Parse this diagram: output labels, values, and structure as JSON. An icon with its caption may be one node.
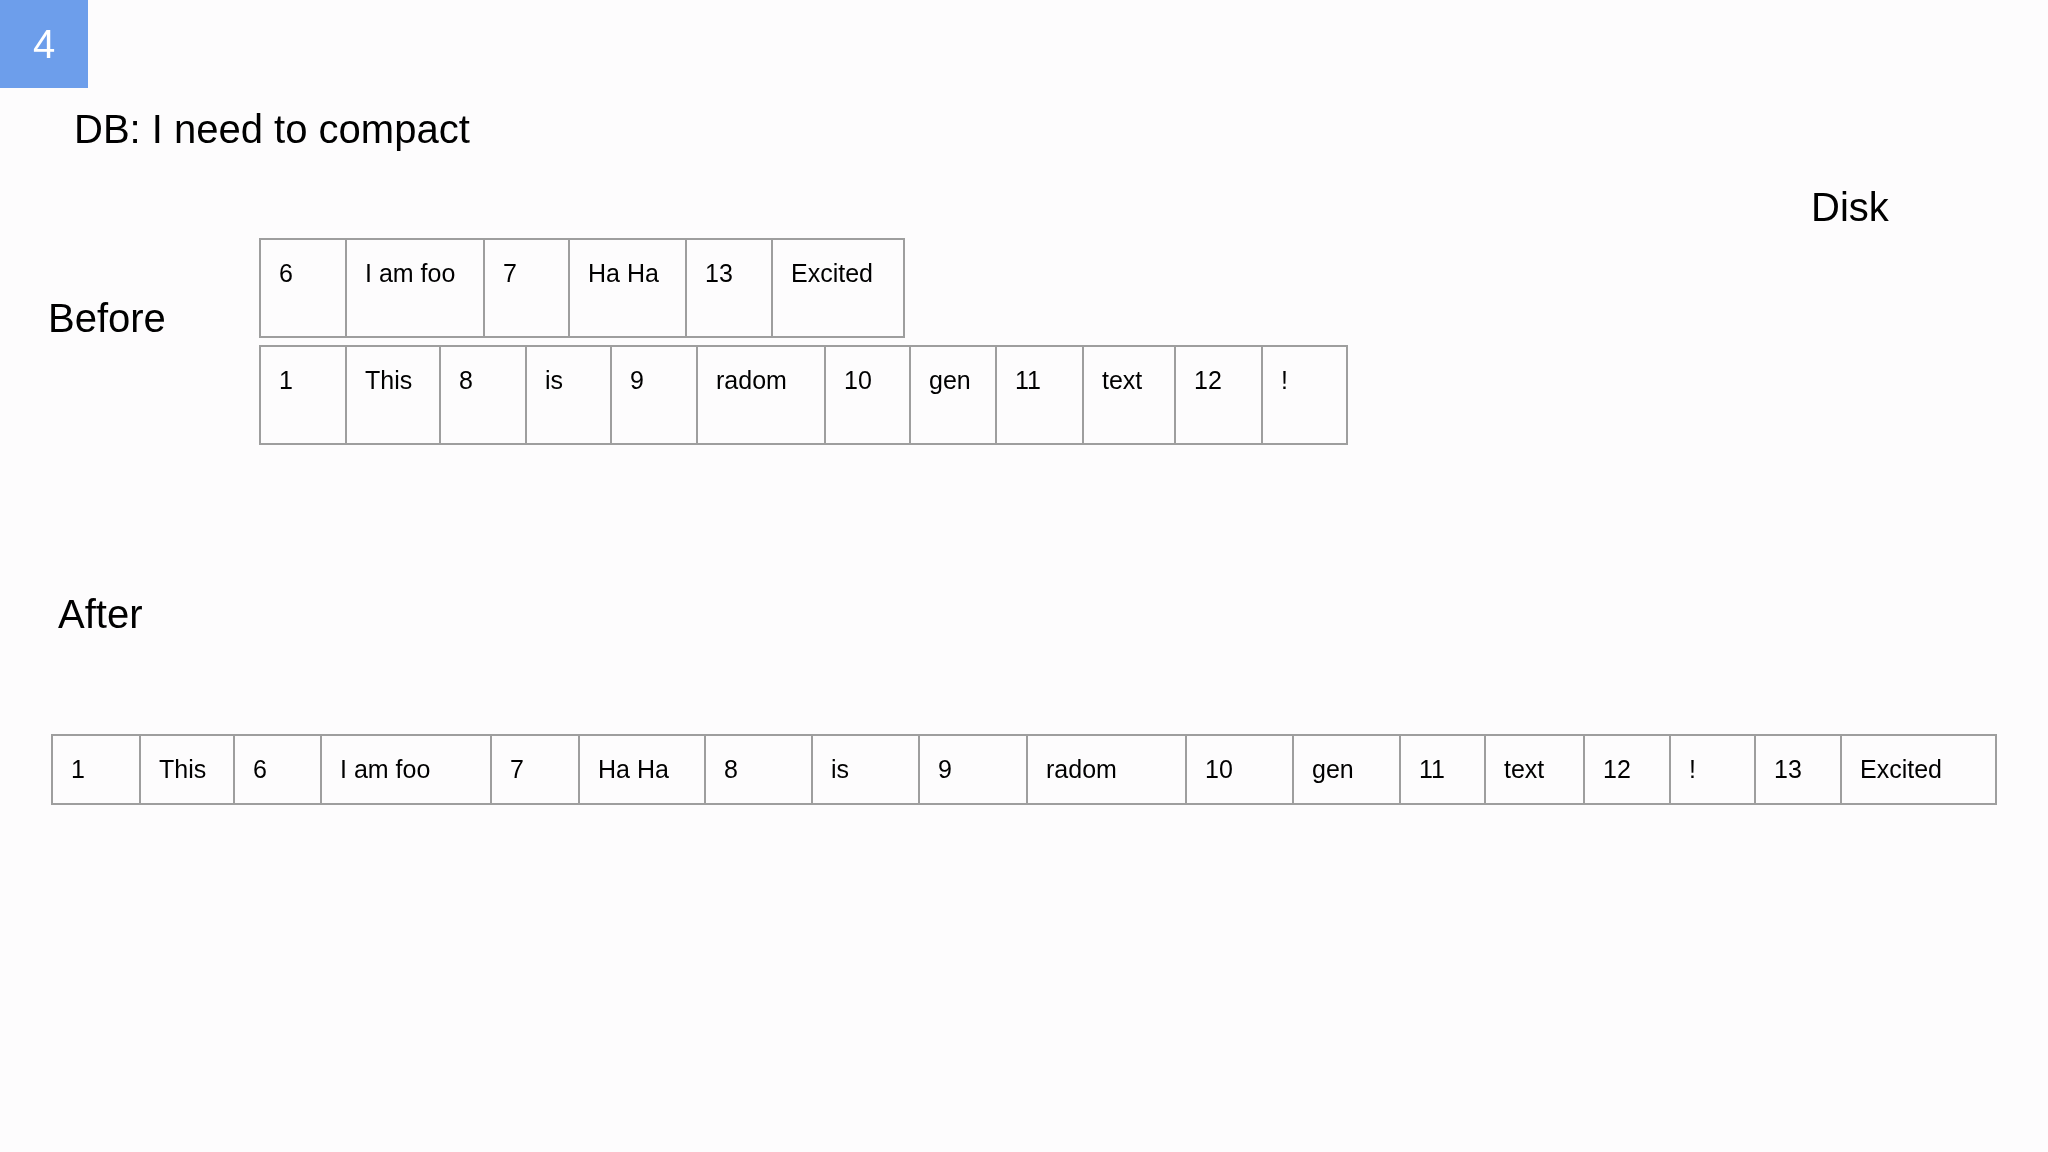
{
  "diagram": {
    "title": "DB: I need to compact",
    "nodes": [
      {
        "text": [
          "4"
        ]
      }
    ],
    "labels": [
      "Disk",
      "Before",
      "6",
      "I am foo",
      "7",
      "Ha Ha",
      "13",
      "Excited",
      "1",
      "This",
      "8",
      "is",
      "9",
      "radom",
      "10",
      "gen",
      "11",
      "text",
      "12",
      "!",
      "After",
      "1",
      "This",
      "6",
      "I am foo",
      "7",
      "Ha Ha",
      "8",
      "is",
      "9",
      "radom",
      "10",
      "gen",
      "11",
      "text",
      "12",
      "!",
      "13",
      "Excited"
    ]
  }
}
